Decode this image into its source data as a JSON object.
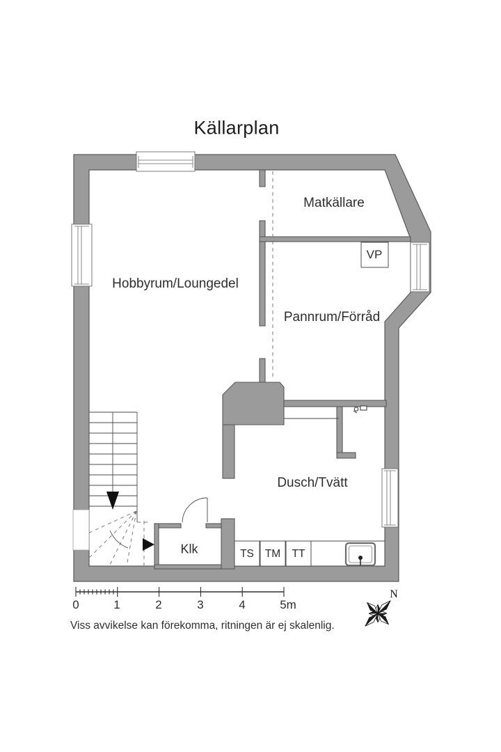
{
  "title": "Källarplan",
  "rooms": {
    "hobby": "Hobbyrum/Loungedel",
    "matkallare": "Matkällare",
    "pannrum": "Pannrum/Förråd",
    "dusch": "Dusch/Tvätt",
    "klk": "Klk"
  },
  "fixtures": {
    "vp": "VP",
    "ts": "TS",
    "tm": "TM",
    "tt": "TT"
  },
  "scale_bar": {
    "labels": [
      "0",
      "1",
      "2",
      "3",
      "4",
      "5m"
    ]
  },
  "disclaimer": "Viss avvikelse kan förekomma, ritningen är ej skalenlig.",
  "compass": {
    "north_label": "N"
  },
  "colors": {
    "wall": "#9b9b9b",
    "wall_outline": "#59595b",
    "line": "#4a4a4a",
    "text": "#2d2d2d"
  }
}
